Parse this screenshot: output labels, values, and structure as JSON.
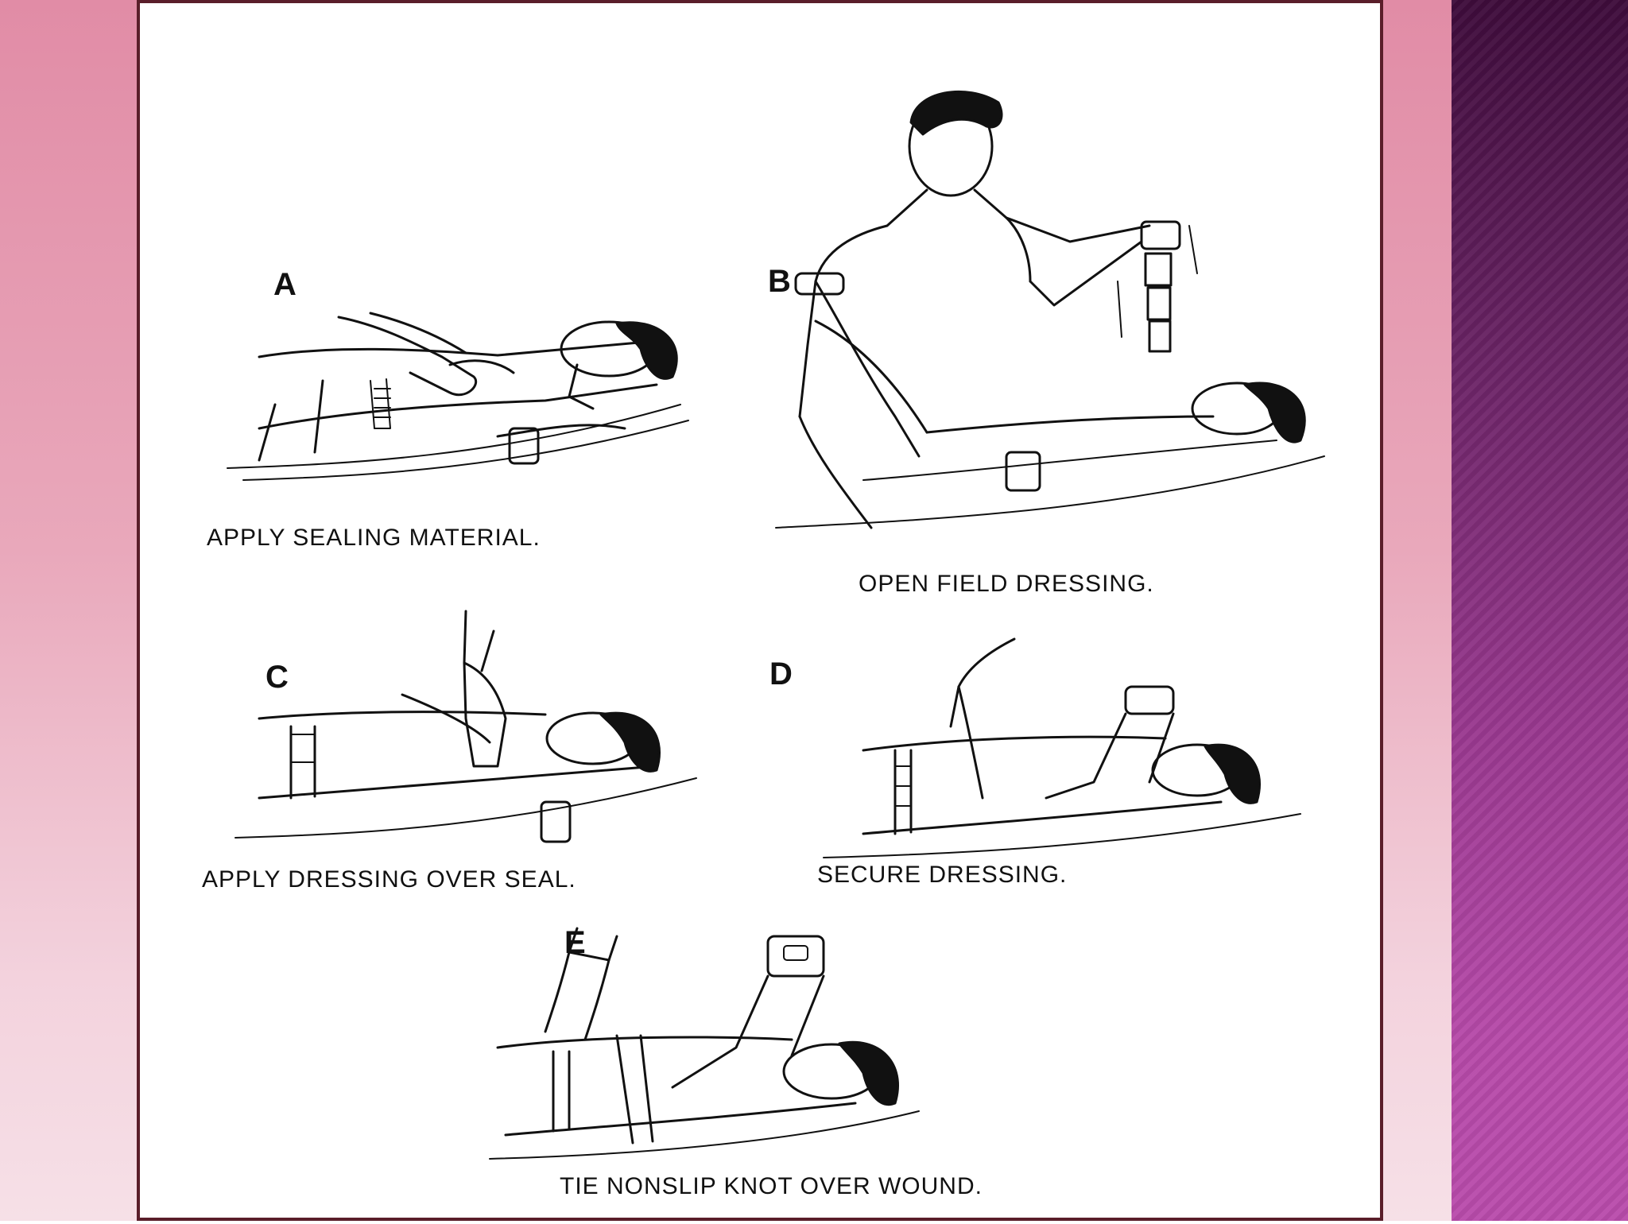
{
  "colors": {
    "slide_gradient_top": "#e18ca6",
    "slide_gradient_bottom": "#f6e0e7",
    "accent_band_top": "#3e0c3b",
    "accent_band_bottom": "#b94cac",
    "frame_border": "#5a1e2a",
    "figure_background": "#ffffff",
    "line_art": "#111111"
  },
  "figure": {
    "panels": [
      {
        "letter": "A",
        "caption": "APPLY SEALING MATERIAL.",
        "illustration": "hand-pressing-chest-of-lying-casualty"
      },
      {
        "letter": "B",
        "caption": "OPEN FIELD DRESSING.",
        "illustration": "rescuer-kneeling-shaking-open-dressing"
      },
      {
        "letter": "C",
        "caption": "APPLY DRESSING OVER SEAL.",
        "illustration": "hands-placing-dressing-on-chest"
      },
      {
        "letter": "D",
        "caption": "SECURE DRESSING.",
        "illustration": "wrapping-dressing-tails-around-torso"
      },
      {
        "letter": "E",
        "caption": "TIE NONSLIP KNOT OVER WOUND.",
        "illustration": "tying-knot-over-chest-wound"
      }
    ]
  }
}
